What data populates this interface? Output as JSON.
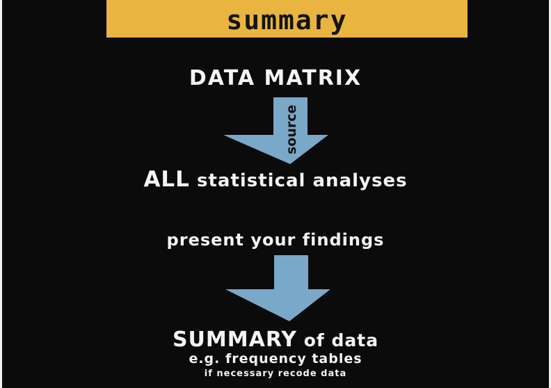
{
  "title": "summary",
  "steps": {
    "data_matrix": "DATA MATRIX",
    "arrow1_label": "source",
    "all_word": "ALL",
    "analyses_rest": " statistical analyses",
    "present_findings": "present your findings",
    "summary_word": "SUMMARY",
    "summary_rest": " of data",
    "example": "e.g. frequency tables",
    "recode_note": "if necessary recode data"
  },
  "colors": {
    "background": "#0b0b0b",
    "banner": "#e9b43f",
    "arrow": "#7aa8c9",
    "text": "#f4f4f4"
  }
}
